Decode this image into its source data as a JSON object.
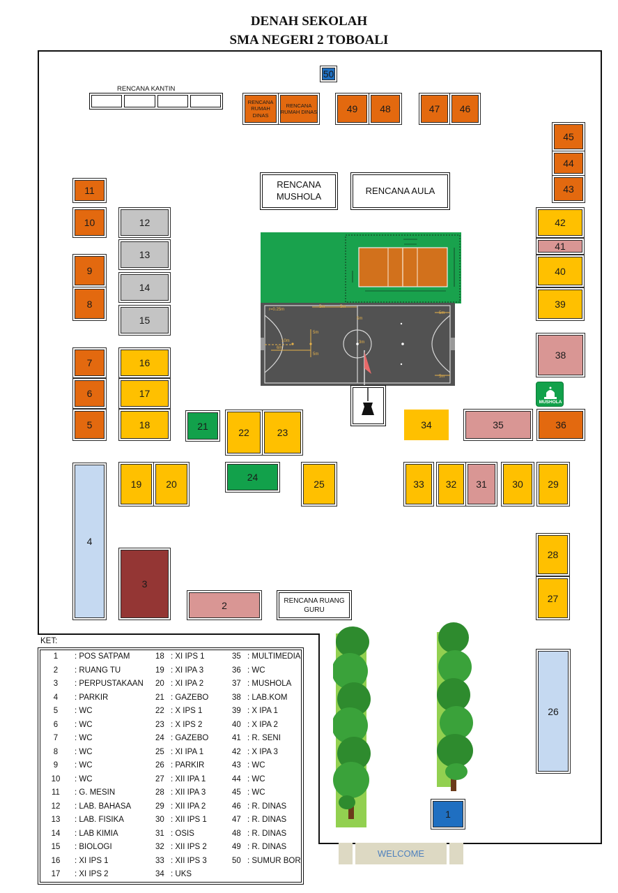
{
  "title": {
    "line1": "DENAH SEKOLAH",
    "line2": "SMA NEGERI 2 TOBOALI"
  },
  "labels": {
    "rencana_kantin": "RENCANA KANTIN",
    "rencana_rumah_dinas_a": "RENCANA RUMAH DINAS",
    "rencana_rumah_dinas_b": "RENCANA RUMAH DINAS",
    "rencana_mushola": "RENCANA MUSHOLA",
    "rencana_aula": "RENCANA AULA",
    "rencana_ruang_guru": "RENCANA RUANG GURU",
    "mushola_sign": "MUSHOLA",
    "welcome": "WELCOME",
    "ket": "KET:"
  },
  "court_marks": {
    "m1": "r=0.25m",
    "m2": "5m",
    "m3": "5m",
    "m4": "5m",
    "m5": "5m",
    "m6": "5m",
    "m7": "5m",
    "m8": "10m",
    "m9": "6m",
    "m10": "3m",
    "m11": "5m"
  },
  "colors": {
    "orange": "#e3690f",
    "yellow": "#ffc000",
    "gray": "#c4c4c4",
    "pink": "#d99694",
    "lightblue": "#c5d9f1",
    "green": "#12a14b",
    "darkred": "#943634",
    "blue": "#1f6fc1"
  },
  "rooms": {
    "r1": "1",
    "r2": "2",
    "r3": "3",
    "r4": "4",
    "r5": "5",
    "r6": "6",
    "r7": "7",
    "r8": "8",
    "r9": "9",
    "r10": "10",
    "r11": "11",
    "r12": "12",
    "r13": "13",
    "r14": "14",
    "r15": "15",
    "r16": "16",
    "r17": "17",
    "r18": "18",
    "r19": "19",
    "r20": "20",
    "r21": "21",
    "r22": "22",
    "r23": "23",
    "r24": "24",
    "r25": "25",
    "r26": "26",
    "r27": "27",
    "r28": "28",
    "r29": "29",
    "r30": "30",
    "r31": "31",
    "r32": "32",
    "r33": "33",
    "r34": "34",
    "r35": "35",
    "r36": "36",
    "r38": "38",
    "r39": "39",
    "r40": "40",
    "r41": "41",
    "r42": "42",
    "r43": "43",
    "r44": "44",
    "r45": "45",
    "r46": "46",
    "r47": "47",
    "r48": "48",
    "r49": "49",
    "r50": "50"
  },
  "legend": [
    {
      "num": "1",
      "desc": ": POS SATPAM"
    },
    {
      "num": "2",
      "desc": ": RUANG TU"
    },
    {
      "num": "3",
      "desc": ": PERPUSTAKAAN"
    },
    {
      "num": "4",
      "desc": ": PARKIR"
    },
    {
      "num": "5",
      "desc": ": WC"
    },
    {
      "num": "6",
      "desc": ": WC"
    },
    {
      "num": "7",
      "desc": ": WC"
    },
    {
      "num": "8",
      "desc": ": WC"
    },
    {
      "num": "9",
      "desc": ": WC"
    },
    {
      "num": "10",
      "desc": ": WC"
    },
    {
      "num": "11",
      "desc": ": G. MESIN"
    },
    {
      "num": "12",
      "desc": ": LAB. BAHASA"
    },
    {
      "num": "13",
      "desc": ": LAB. FISIKA"
    },
    {
      "num": "14",
      "desc": ": LAB KIMIA"
    },
    {
      "num": "15",
      "desc": ": BIOLOGI"
    },
    {
      "num": "16",
      "desc": ": XI IPS 1"
    },
    {
      "num": "17",
      "desc": ": XI IPS 2"
    },
    {
      "num": "18",
      "desc": ": XI IPS 1"
    },
    {
      "num": "19",
      "desc": ": XI IPA 3"
    },
    {
      "num": "20",
      "desc": ": XI IPA 2"
    },
    {
      "num": "21",
      "desc": ": GAZEBO"
    },
    {
      "num": "22",
      "desc": ": X IPS 1"
    },
    {
      "num": "23",
      "desc": ": X IPS 2"
    },
    {
      "num": "24",
      "desc": ": GAZEBO"
    },
    {
      "num": "25",
      "desc": ": XI IPA 1"
    },
    {
      "num": "26",
      "desc": ": PARKIR"
    },
    {
      "num": "27",
      "desc": ": XII IPA 1"
    },
    {
      "num": "28",
      "desc": ": XII IPA 3"
    },
    {
      "num": "29",
      "desc": ": XII IPA 2"
    },
    {
      "num": "30",
      "desc": ": XII IPS 1"
    },
    {
      "num": "31",
      "desc": ": OSIS"
    },
    {
      "num": "32",
      "desc": ": XII IPS 2"
    },
    {
      "num": "33",
      "desc": ": XII IPS 3"
    },
    {
      "num": "34",
      "desc": ": UKS"
    },
    {
      "num": "35",
      "desc": ": MULTIMEDIA"
    },
    {
      "num": "36",
      "desc": ": WC"
    },
    {
      "num": "37",
      "desc": ": MUSHOLA"
    },
    {
      "num": "38",
      "desc": ": LAB.KOM"
    },
    {
      "num": "39",
      "desc": ": X IPA 1"
    },
    {
      "num": "40",
      "desc": ": X IPA 2"
    },
    {
      "num": "41",
      "desc": ": R. SENI"
    },
    {
      "num": "42",
      "desc": ": X IPA 3"
    },
    {
      "num": "43",
      "desc": ": WC"
    },
    {
      "num": "44",
      "desc": ": WC"
    },
    {
      "num": "45",
      "desc": ": WC"
    },
    {
      "num": "46",
      "desc": ": R. DINAS"
    },
    {
      "num": "47",
      "desc": ": R. DINAS"
    },
    {
      "num": "48",
      "desc": ": R. DINAS"
    },
    {
      "num": "49",
      "desc": ": R. DINAS"
    },
    {
      "num": "50",
      "desc": ": SUMUR BOR"
    }
  ]
}
